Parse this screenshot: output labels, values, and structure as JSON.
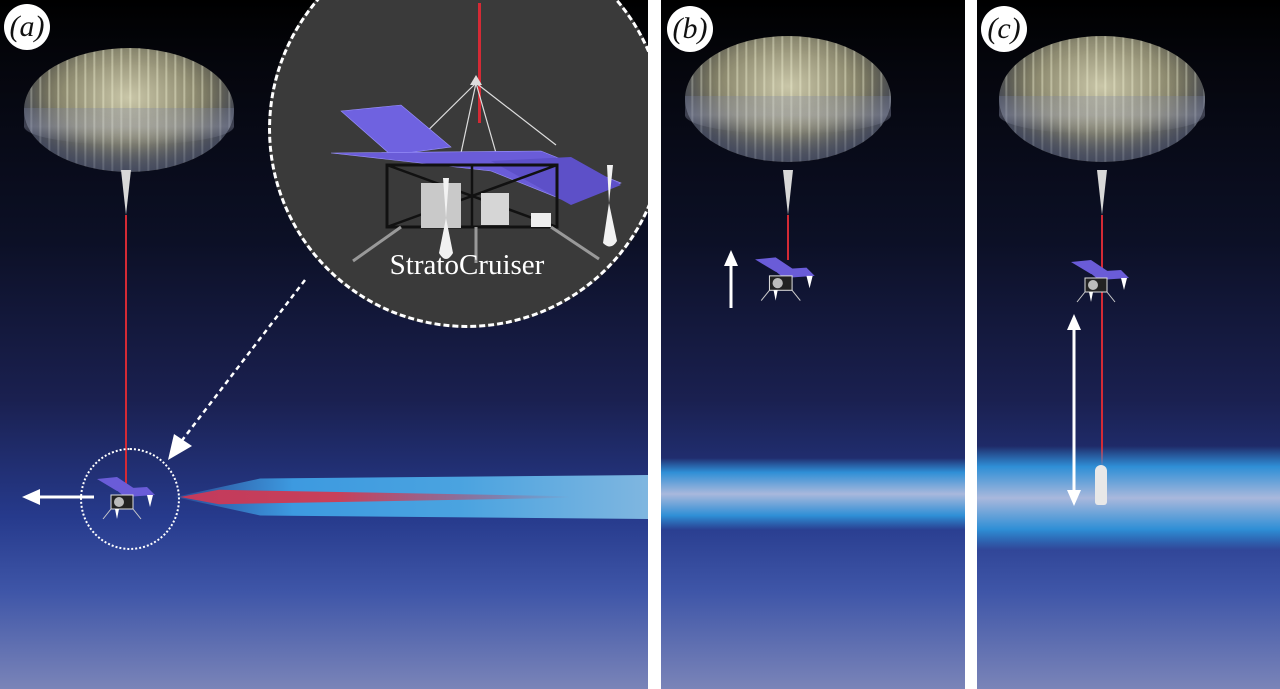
{
  "panels": [
    {
      "id": "a",
      "label": "(a)",
      "description": "Balloon tethering StratoCruiser flying horizontally through plume"
    },
    {
      "id": "b",
      "label": "(b)",
      "description": "StratoCruiser ascending on tether"
    },
    {
      "id": "c",
      "label": "(c)",
      "description": "StratoCruiser lowering instrument probe into layer"
    }
  ],
  "inset": {
    "title": "StratoCruiser"
  },
  "colors": {
    "tether": "#d42a35",
    "solar_panel": "#6a5cd8",
    "plume_core": "#c8405a",
    "layer_band": "#2f8fd6",
    "sky_top": "#000000",
    "sky_bottom": "#7a84b8",
    "inset_bg": "#3a3a3a"
  }
}
